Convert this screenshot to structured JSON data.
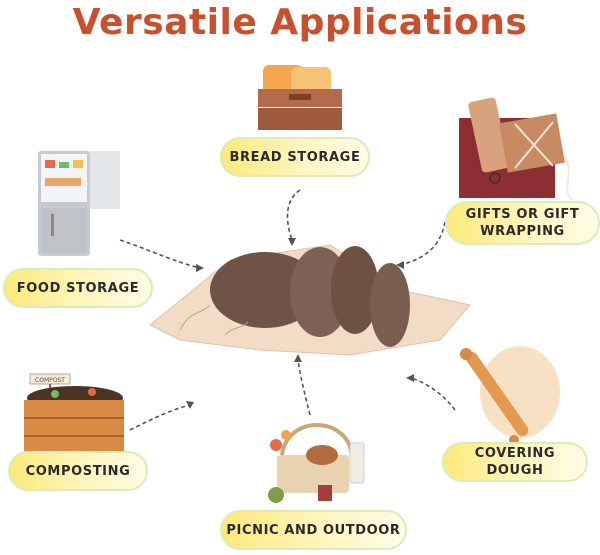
{
  "title": "Versatile Applications",
  "labels": {
    "bread_storage": "BREAD STORAGE",
    "gifts_line1": "GIFTS OR GIFT",
    "gifts_line2": "WRAPPING",
    "food_storage": "FOOD STORAGE",
    "covering_dough": "COVERING DOUGH",
    "composting": "COMPOSTING",
    "picnic_outdoor": "PICNIC AND OUTDOOR",
    "compost_sign": "COMPOST"
  },
  "colors": {
    "title": "#c8502e",
    "pill_start": "#fde97a",
    "pill_end": "#fffbe6",
    "pill_border": "#d8edb8",
    "arrow": "#555555"
  },
  "icons": [
    "bread-crate-icon",
    "gift-wrapping-icon",
    "refrigerator-icon",
    "bread-in-wrap-icon",
    "rolling-pin-dough-icon",
    "compost-crate-icon",
    "picnic-basket-icon"
  ]
}
